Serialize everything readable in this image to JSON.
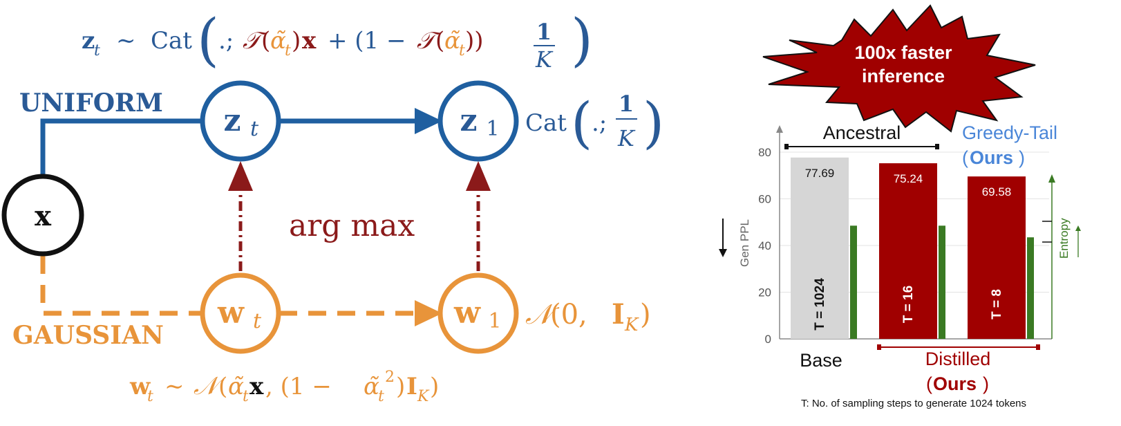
{
  "colors": {
    "blue": "#1f5fa0",
    "blue_text": "#2a5a96",
    "orange": "#e8943a",
    "red": "#8b1a1a",
    "dark_red": "#a00000",
    "base_gray": "#d6d6d6",
    "entropy_green": "#3a7a23",
    "greedy_blue": "#4a86d8",
    "black": "#111111"
  },
  "diagram": {
    "formula_z": {
      "lhs_bold": "z",
      "lhs_sub": "t",
      "sim": "∼",
      "cat": "Cat",
      "open": "(",
      "dot": ".;",
      "T1": "𝒯",
      "paren1": "(",
      "alpha1": "α̃",
      "sub1": "t",
      "close1": ")",
      "x": "x",
      "plus": "+ (1 −",
      "T2": "𝒯",
      "paren2": "(",
      "alpha2": "α̃",
      "sub2": "t",
      "close2": "))",
      "frac_num": "1",
      "frac_den": "K",
      "close": ")"
    },
    "uniform_label": "UNIFORM",
    "gaussian_label": "GAUSSIAN",
    "argmax_label": "arg max",
    "node_x": "x",
    "node_zt": {
      "main": "z",
      "sub": "t"
    },
    "node_z1": {
      "main": "z",
      "sub": "1"
    },
    "node_wt": {
      "main": "w",
      "sub": "t"
    },
    "node_w1": {
      "main": "w",
      "sub": "1"
    },
    "cat_prior": {
      "cat": "Cat",
      "open": "(",
      "dot": ".;",
      "num": "1",
      "den": "K",
      "close": ")"
    },
    "normal_prior": {
      "N": "𝒩",
      "args": "(0, ",
      "I": "I",
      "sub": "K",
      "close": ")"
    },
    "formula_w": {
      "lhs": "w",
      "lhs_sub": "t",
      "sim": "∼",
      "N": "𝒩",
      "open": "(",
      "alpha": "α̃",
      "alpha_sub": "t",
      "x": "x",
      "comma": ", (1 −",
      "alpha2": "α̃",
      "alpha2_sub": "t",
      "sq": "2",
      "close_paren": ")",
      "I": "I",
      "I_sub": "K",
      "close": ")"
    }
  },
  "badge": {
    "line1": "100x faster",
    "line2": "inference"
  },
  "chart_data": {
    "type": "bar",
    "ylabel": "Gen PPL",
    "y2label": "Entropy",
    "ylim": [
      0,
      80
    ],
    "yticks": [
      0,
      20,
      40,
      60,
      80
    ],
    "bars": [
      {
        "label": "T = 1024",
        "value": 77.69,
        "value_label": "77.69",
        "color": "#d6d6d6",
        "entropy": 48.5
      },
      {
        "label": "T = 16",
        "value": 75.24,
        "value_label": "75.24",
        "color": "#a00000",
        "entropy": 48.5
      },
      {
        "label": "T = 8",
        "value": 69.58,
        "value_label": "69.58",
        "color": "#a00000",
        "entropy": 43.5
      }
    ],
    "groups": {
      "ancestral": "Ancestral",
      "greedy_line1": "Greedy-Tail",
      "greedy_open": "(",
      "greedy_ours": "Ours",
      "greedy_close": ")",
      "base": "Base",
      "distilled": "Distilled",
      "distilled_open": "(",
      "distilled_ours": "Ours",
      "distilled_close": ")"
    },
    "caption": "T: No. of sampling steps to generate 1024 tokens"
  }
}
